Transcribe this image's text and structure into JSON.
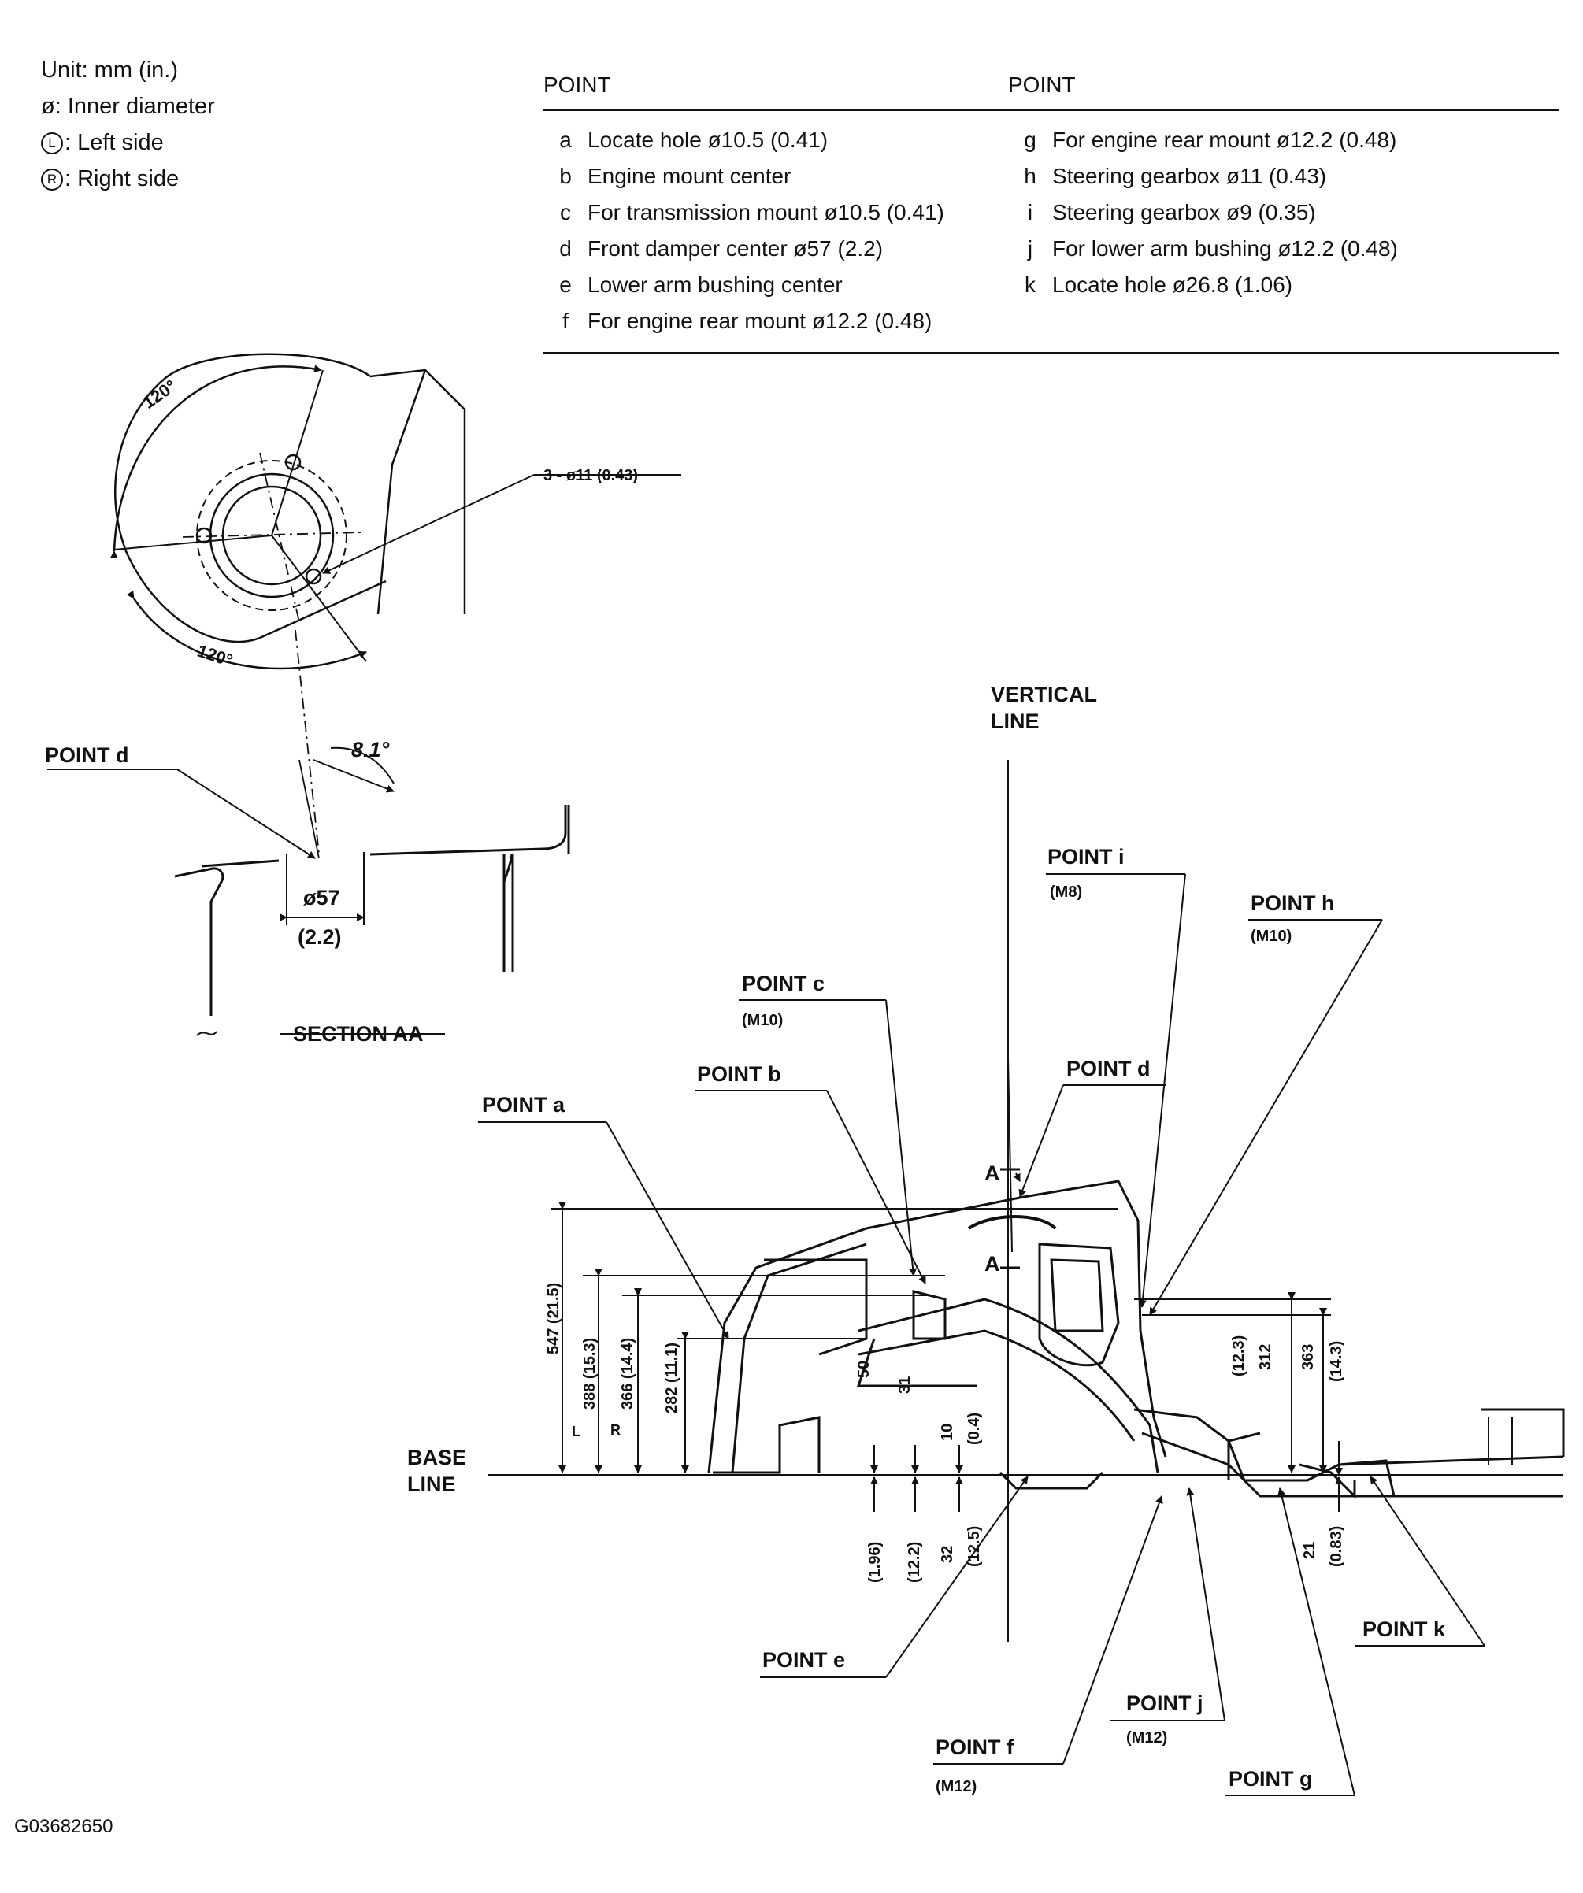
{
  "legend": {
    "unit": "Unit: mm (in.)",
    "inner_diameter": "ø: Inner diameter",
    "left_symbol": "L",
    "left_side": ": Left side",
    "right_symbol": "R",
    "right_side": ": Right side"
  },
  "points_table": {
    "header_left": "POINT",
    "header_right": "POINT",
    "left_rows": [
      {
        "letter": "a",
        "desc": "Locate hole ø10.5 (0.41)"
      },
      {
        "letter": "b",
        "desc": "Engine mount center"
      },
      {
        "letter": "c",
        "desc": "For transmission mount ø10.5 (0.41)"
      },
      {
        "letter": "d",
        "desc": "Front damper center ø57 (2.2)"
      },
      {
        "letter": "e",
        "desc": "Lower arm bushing center"
      },
      {
        "letter": "f",
        "desc": "For engine rear mount ø12.2 (0.48)"
      }
    ],
    "right_rows": [
      {
        "letter": "g",
        "desc": "For engine rear mount ø12.2 (0.48)"
      },
      {
        "letter": "h",
        "desc": "Steering gearbox ø11 (0.43)"
      },
      {
        "letter": "i",
        "desc": "Steering gearbox ø9 (0.35)"
      },
      {
        "letter": "j",
        "desc": "For lower arm bushing ø12.2 (0.48)"
      },
      {
        "letter": "k",
        "desc": "Locate hole ø26.8 (1.06)"
      }
    ]
  },
  "detail_view": {
    "angle_top": "120°",
    "angle_bottom": "120°",
    "holes": "3 - ø11 (0.43)"
  },
  "section_aa": {
    "point_label": "POINT d",
    "angle": "8.1°",
    "diameter": "ø57",
    "diameter_in": "(2.2)",
    "title": "SECTION AA"
  },
  "main_view": {
    "vertical_line_1": "VERTICAL",
    "vertical_line_2": "LINE",
    "base_line_1": "BASE",
    "base_line_2": "LINE",
    "section_mark": "A",
    "point_a": "POINT a",
    "point_b": "POINT b",
    "point_c": "POINT c",
    "point_c_sub": "(M10)",
    "point_d": "POINT d",
    "point_e": "POINT e",
    "point_f": "POINT f",
    "point_f_sub": "(M12)",
    "point_g": "POINT g",
    "point_h": "POINT h",
    "point_h_sub": "(M10)",
    "point_i": "POINT i",
    "point_i_sub": "(M8)",
    "point_j": "POINT j",
    "point_j_sub": "(M12)",
    "point_k": "POINT k"
  },
  "dimensions": {
    "d547": "547 (21.5)",
    "d388": "388 (15.3)",
    "d366": "366 (14.4)",
    "d282": "282 (11.1)",
    "d50": "50",
    "d50_in": "(1.96)",
    "d31": "31",
    "d31_in": "(12.2)",
    "d10": "10",
    "d10_in": "(0.4)",
    "d32": "32",
    "d32_in": "(12.5)",
    "d312": "312",
    "d312_in": "(12.3)",
    "d363": "363",
    "d363_in": "(14.3)",
    "d21": "21",
    "d21_in": "(0.83)"
  },
  "figure_id": "G03682650"
}
